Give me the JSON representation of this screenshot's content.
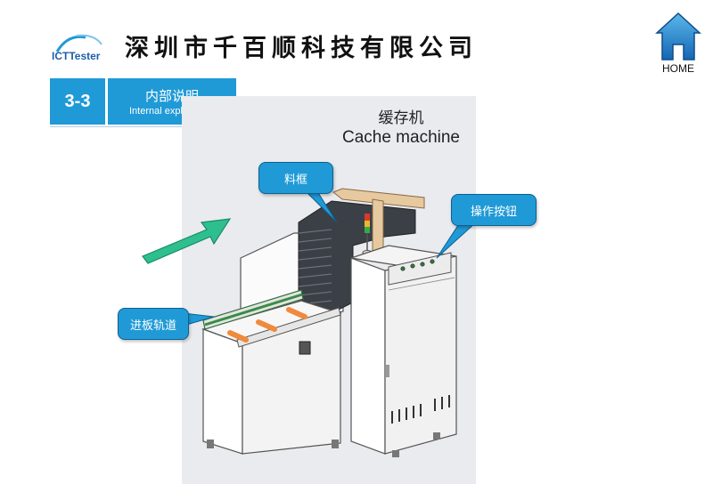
{
  "header": {
    "logo_text": "ICTTester",
    "company_name": "深圳市千百顺科技有限公司",
    "home_label": "HOME"
  },
  "section": {
    "number": "3-3",
    "title_cn": "内部说明",
    "title_en": "Internal explanation"
  },
  "figure": {
    "caption_cn": "缓存机",
    "caption_en": "Cache machine",
    "callouts": {
      "frame": "料框",
      "buttons": "操作按钮",
      "rail": "进板轨道"
    }
  },
  "colors": {
    "accent": "#1f9ad6",
    "arrow": "#2ebf8f",
    "frame_dark": "#3b3f46",
    "rail_bar": "#f08a3c",
    "wood": "#e7c9a0"
  },
  "icons": [
    "home-icon",
    "entry-arrow-icon"
  ]
}
